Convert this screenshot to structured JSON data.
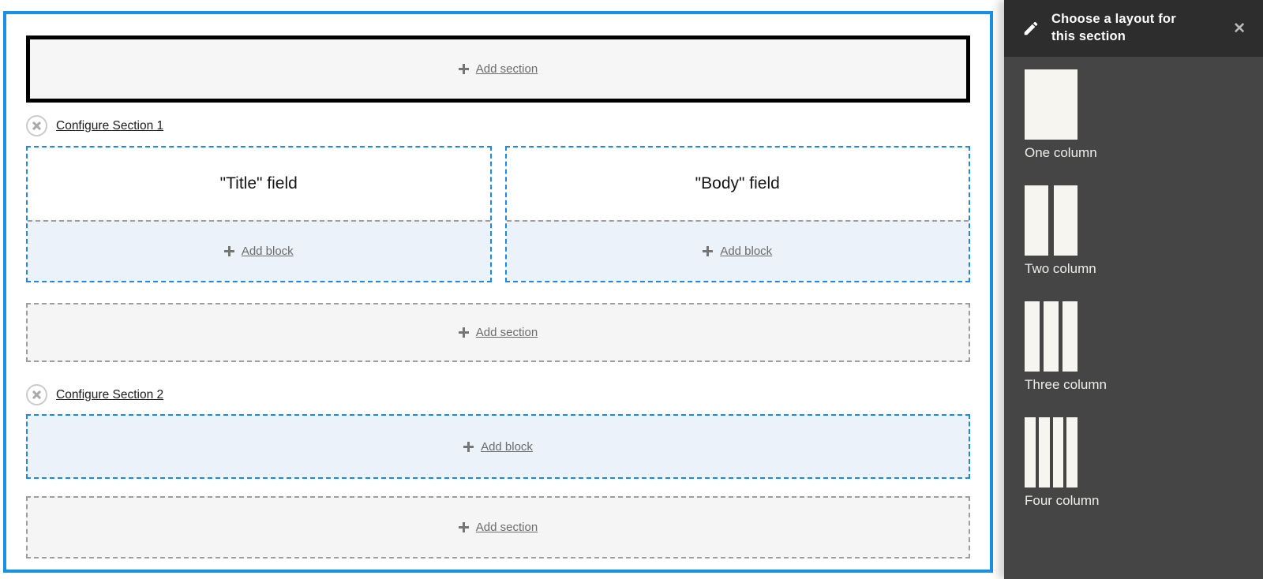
{
  "colors": {
    "canvas_border_blue": "#1a90e2",
    "section_dashed_blue": "#1e88e5",
    "block_area_bg": "#ebf2fa",
    "add_section_bg": "#f5f5f5",
    "gray_dashed": "#9e9e9e",
    "link_text": "#6b6b6b",
    "sidebar_header_bg": "#2d2d2d",
    "sidebar_body_bg": "#454545",
    "layout_tile": "#f7f5f0"
  },
  "icons": {
    "plus": "+",
    "close": "✕",
    "remove": "✕",
    "pencil": "pencil"
  },
  "canvas": {
    "top_add_section": {
      "label": "Add section"
    },
    "section1": {
      "configure_label": "Configure Section 1",
      "columns": [
        {
          "field_label": "\"Title\" field",
          "add_block_label": "Add block"
        },
        {
          "field_label": "\"Body\" field",
          "add_block_label": "Add block"
        }
      ]
    },
    "middle_add_section": {
      "label": "Add section"
    },
    "section2": {
      "configure_label": "Configure Section 2",
      "add_block_label": "Add block"
    },
    "bottom_add_section": {
      "label": "Add section"
    }
  },
  "sidebar": {
    "title": "Choose a layout for this section",
    "close_glyph": "✕",
    "options": [
      {
        "label": "One column",
        "columns": 1
      },
      {
        "label": "Two column",
        "columns": 2
      },
      {
        "label": "Three column",
        "columns": 3
      },
      {
        "label": "Four column",
        "columns": 4
      }
    ]
  }
}
